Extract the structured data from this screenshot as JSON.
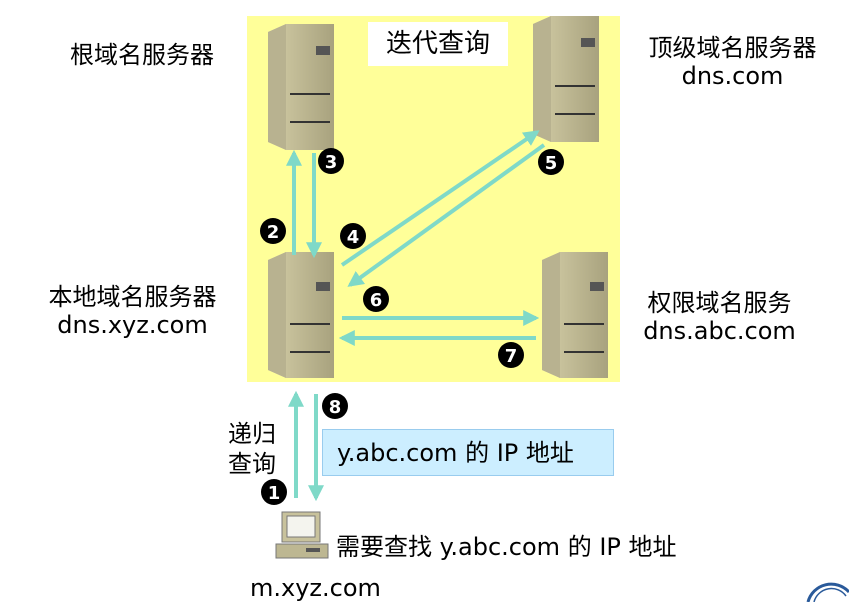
{
  "title": "迭代查询",
  "root_server": {
    "label": "根域名服务器"
  },
  "tld_server": {
    "label": "顶级域名服务器",
    "host": "dns.com"
  },
  "local_server": {
    "label": "本地域名服务器",
    "host": "dns.xyz.com"
  },
  "auth_server": {
    "label": "权限域名服务",
    "host": "dns.abc.com"
  },
  "recursive_label": {
    "line1": "递归",
    "line2": "查询"
  },
  "answer": "y.abc.com 的 IP 地址",
  "client": {
    "query": "需要查找 y.abc.com 的 IP 地址",
    "host": "m.xyz.com"
  },
  "steps": [
    "1",
    "2",
    "3",
    "4",
    "5",
    "6",
    "7",
    "8"
  ],
  "colors": {
    "zone": "#ffff99",
    "arrow": "#7fd9c8",
    "answer_box": "#cceeff"
  }
}
